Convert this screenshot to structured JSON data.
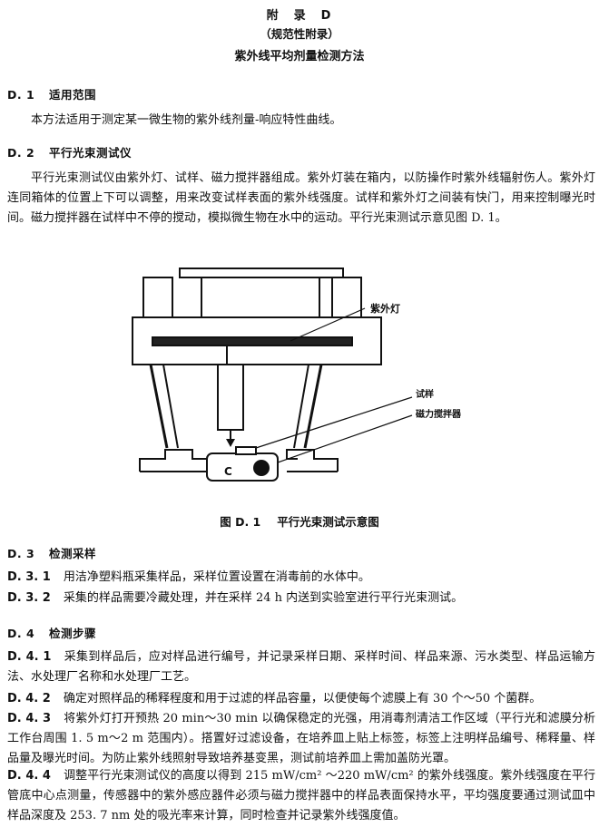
{
  "header": {
    "appendix": "附　录　D",
    "normative": "（规范性附录）",
    "title": "紫外线平均剂量检测方法"
  },
  "sections": {
    "d1": {
      "num": "D. 1",
      "title": "适用范围",
      "text": "本方法适用于测定某一微生物的紫外线剂量-响应特性曲线。"
    },
    "d2": {
      "num": "D. 2",
      "title": "平行光束测试仪",
      "text": "平行光束测试仪由紫外灯、试样、磁力搅拌器组成。紫外灯装在箱内，以防操作时紫外线辐射伤人。紫外灯连同箱体的位置上下可以调整，用来改变试样表面的紫外线强度。试样和紫外灯之间装有快门，用来控制曝光时间。磁力搅拌器在试样中不停的搅动，模拟微生物在水中的运动。平行光束测试示意见图 D. 1。"
    },
    "d3": {
      "num": "D. 3",
      "title": "检测采样",
      "clauses": [
        {
          "num": "D. 3. 1",
          "text": "用洁净塑料瓶采集样品，采样位置设置在消毒前的水体中。"
        },
        {
          "num": "D. 3. 2",
          "text": "采集的样品需要冷藏处理，并在采样 24 h 内送到实验室进行平行光束测试。"
        }
      ]
    },
    "d4": {
      "num": "D. 4",
      "title": "检测步骤",
      "clauses": [
        {
          "num": "D. 4. 1",
          "text": "采集到样品后，应对样品进行编号，并记录采样日期、采样时间、样品来源、污水类型、样品运输方法、水处理厂名称和水处理厂工艺。"
        },
        {
          "num": "D. 4. 2",
          "text": "确定对照样品的稀释程度和用于过滤的样品容量，以便使每个滤膜上有 30 个～50 个菌群。"
        },
        {
          "num": "D. 4. 3",
          "text": "将紫外灯打开预热 20 min～30 min 以确保稳定的光强，用消毒剂清洁工作区域（平行光和滤膜分析工作台周围 1. 5 m～2 m 范围内）。搭置好过滤设备，在培养皿上贴上标签，标签上注明样品编号、稀释量、样品量及曝光时间。为防止紫外线照射导致培养基变黑，测试前培养皿上需加盖防光罩。"
        },
        {
          "num": "D. 4. 4",
          "text": "调整平行光束测试仪的高度以得到 215 mW/cm² ～220 mW/cm² 的紫外线强度。紫外线强度在平行管底中心点测量，传感器中的紫外感应器件必须与磁力搅拌器中的样品表面保持水平，平均强度要通过测试皿中样品深度及 253. 7 nm 处的吸光率来计算，同时检查并记录紫外线强度值。"
        }
      ]
    }
  },
  "figure": {
    "label_lamp": "紫外灯",
    "label_sample": "试样",
    "label_stirrer": "磁力搅拌器",
    "stirrer_mark": "C",
    "caption_num": "图 D. 1",
    "caption_text": "平行光束测试示意图"
  }
}
